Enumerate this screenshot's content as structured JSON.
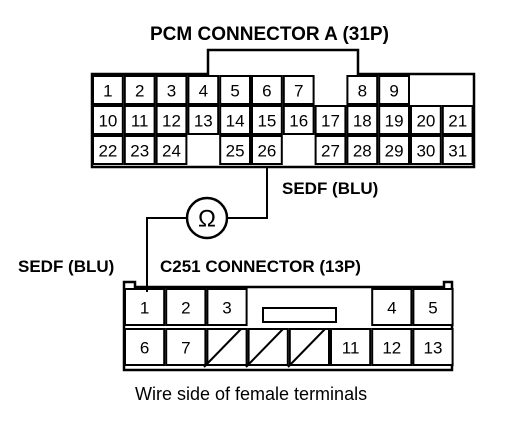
{
  "diagram": {
    "title": "PCM CONNECTOR A (31P)",
    "pcm_wire_label": "SEDF (BLU)",
    "c251_wire_label": "SEDF (BLU)",
    "c251_title": "C251 CONNECTOR (13P)",
    "caption": "Wire side of female terminals",
    "meter_symbol": "Ω",
    "pcm_pins": {
      "row1": [
        "1",
        "2",
        "3",
        "4",
        "5",
        "6",
        "7",
        "8",
        "9"
      ],
      "row2": [
        "10",
        "11",
        "12",
        "13",
        "14",
        "15",
        "16",
        "17",
        "18",
        "19",
        "20",
        "21"
      ],
      "row3": [
        "22",
        "23",
        "24",
        "25",
        "26",
        "27",
        "28",
        "29",
        "30",
        "31"
      ]
    },
    "c251_pins": {
      "row1": [
        "1",
        "2",
        "3",
        "4",
        "5"
      ],
      "row2": [
        "6",
        "7",
        "11",
        "12",
        "13"
      ]
    }
  }
}
